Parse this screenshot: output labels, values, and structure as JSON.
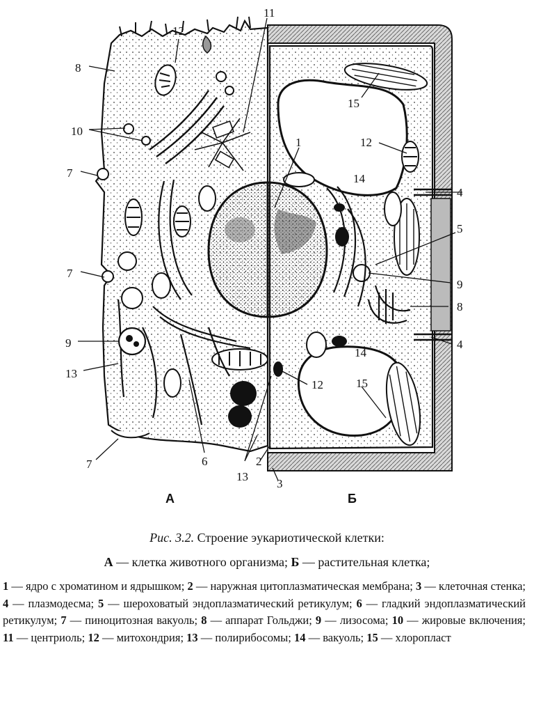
{
  "figure": {
    "callouts": [
      {
        "id": "c12a",
        "text": "12"
      },
      {
        "id": "c11",
        "text": "11"
      },
      {
        "id": "c8a",
        "text": "8"
      },
      {
        "id": "c10",
        "text": "10"
      },
      {
        "id": "c7a",
        "text": "7"
      },
      {
        "id": "c7b",
        "text": "7"
      },
      {
        "id": "c9a",
        "text": "9"
      },
      {
        "id": "c13a",
        "text": "13"
      },
      {
        "id": "c7c",
        "text": "7"
      },
      {
        "id": "c6",
        "text": "6"
      },
      {
        "id": "c13b",
        "text": "13"
      },
      {
        "id": "c2",
        "text": "2"
      },
      {
        "id": "c3",
        "text": "3"
      },
      {
        "id": "c15a",
        "text": "15"
      },
      {
        "id": "c12b",
        "text": "12"
      },
      {
        "id": "c1",
        "text": "1"
      },
      {
        "id": "c14a",
        "text": "14"
      },
      {
        "id": "c4a",
        "text": "4"
      },
      {
        "id": "c5",
        "text": "5"
      },
      {
        "id": "c9b",
        "text": "9"
      },
      {
        "id": "c8b",
        "text": "8"
      },
      {
        "id": "c4b",
        "text": "4"
      },
      {
        "id": "c14b",
        "text": "14"
      },
      {
        "id": "c15b",
        "text": "15"
      },
      {
        "id": "c12c",
        "text": "12"
      }
    ],
    "panel_a": "А",
    "panel_b": "Б"
  },
  "caption": {
    "fig_number": "Рис. 3.2.",
    "title": "Строение эукариотической клетки:",
    "subtitle_a_key": "А",
    "subtitle_a_text": " — клетка животного организма; ",
    "subtitle_b_key": "Б",
    "subtitle_b_text": " — растительная клетка;"
  },
  "legend": [
    {
      "n": "1",
      "t": " — ядро с хроматином и ядрышком; "
    },
    {
      "n": "2",
      "t": " — наружная цитоплазматическая мембрана; "
    },
    {
      "n": "3",
      "t": " — клеточная стенка; "
    },
    {
      "n": "4",
      "t": " — плазмодесма; "
    },
    {
      "n": "5",
      "t": " — шероховатый эндоплазматический ретикулум; "
    },
    {
      "n": "6",
      "t": " — гладкий эндоплазматический ретикулум; "
    },
    {
      "n": "7",
      "t": " — пиноцитозная вакуоль; "
    },
    {
      "n": "8",
      "t": " — аппарат Гольджи; "
    },
    {
      "n": "9",
      "t": " — лизосома; "
    },
    {
      "n": "10",
      "t": " — жировые включения; "
    },
    {
      "n": "11",
      "t": " — центриоль; "
    },
    {
      "n": "12",
      "t": " — митохондрия; "
    },
    {
      "n": "13",
      "t": " — полирибосомы; "
    },
    {
      "n": "14",
      "t": " — вакуоль; "
    },
    {
      "n": "15",
      "t": " — хлоропласт"
    }
  ]
}
